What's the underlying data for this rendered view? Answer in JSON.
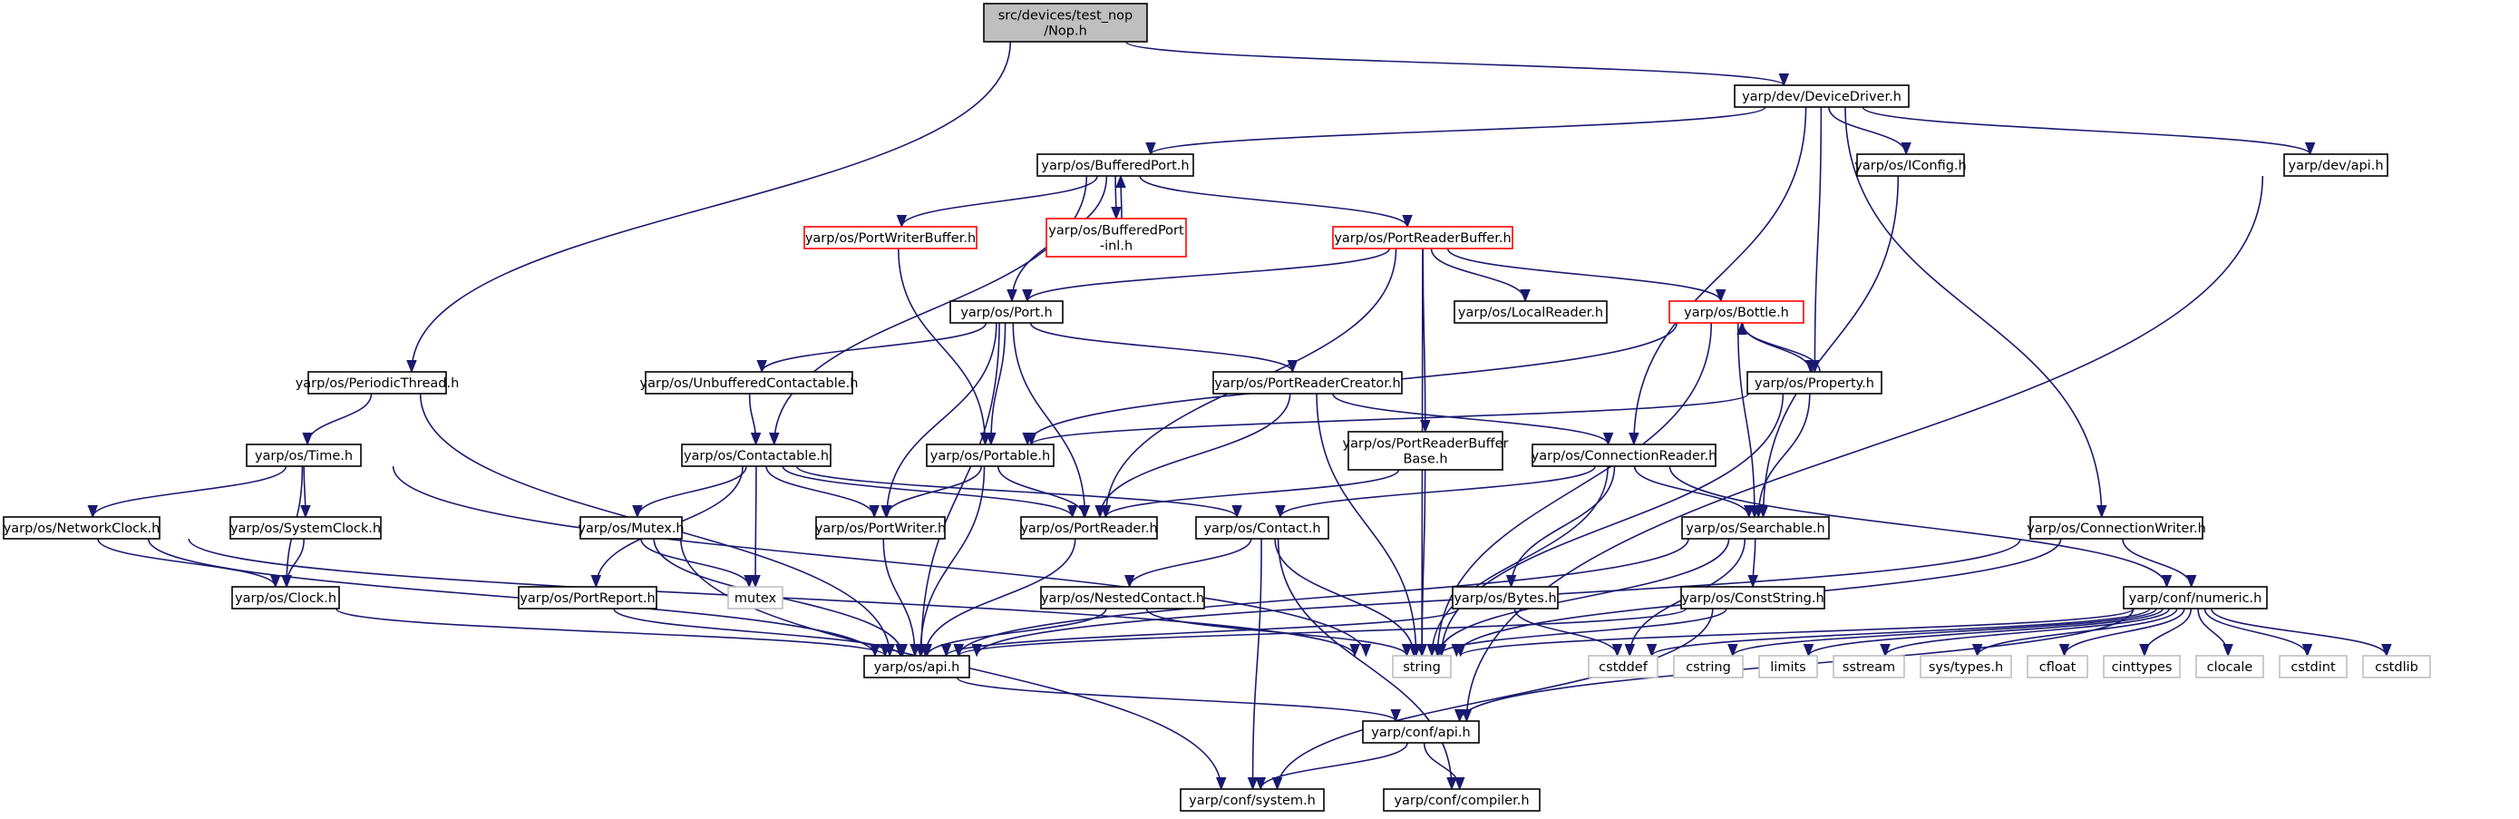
{
  "colors": {
    "edge": "#191970",
    "node_border": "#000000",
    "node_fill": "#ffffff",
    "root_fill": "#bfbfbf",
    "missing_border": "#bfbfbf",
    "truncated_border": "#ff0000"
  },
  "nodes": [
    {
      "id": "nop",
      "lines": [
        "src/devices/test_nop",
        "/Nop.h"
      ],
      "style": "root"
    },
    {
      "id": "devicedriver",
      "lines": [
        "yarp/dev/DeviceDriver.h"
      ],
      "style": "normal"
    },
    {
      "id": "periodicthread",
      "lines": [
        "yarp/os/PeriodicThread.h"
      ],
      "style": "normal"
    },
    {
      "id": "bufferedport",
      "lines": [
        "yarp/os/BufferedPort.h"
      ],
      "style": "normal"
    },
    {
      "id": "iconfig",
      "lines": [
        "yarp/os/IConfig.h"
      ],
      "style": "normal"
    },
    {
      "id": "devapi",
      "lines": [
        "yarp/dev/api.h"
      ],
      "style": "normal"
    },
    {
      "id": "portwriterbuffer",
      "lines": [
        "yarp/os/PortWriterBuffer.h"
      ],
      "style": "truncated"
    },
    {
      "id": "bufferedportinl",
      "lines": [
        "yarp/os/BufferedPort",
        "-inl.h"
      ],
      "style": "truncated"
    },
    {
      "id": "portreaderbuffer",
      "lines": [
        "yarp/os/PortReaderBuffer.h"
      ],
      "style": "truncated"
    },
    {
      "id": "port",
      "lines": [
        "yarp/os/Port.h"
      ],
      "style": "normal"
    },
    {
      "id": "localreader",
      "lines": [
        "yarp/os/LocalReader.h"
      ],
      "style": "normal"
    },
    {
      "id": "bottle",
      "lines": [
        "yarp/os/Bottle.h"
      ],
      "style": "truncated"
    },
    {
      "id": "time",
      "lines": [
        "yarp/os/Time.h"
      ],
      "style": "normal"
    },
    {
      "id": "unbufferedcontactable",
      "lines": [
        "yarp/os/UnbufferedContactable.h"
      ],
      "style": "normal"
    },
    {
      "id": "portreadercreator",
      "lines": [
        "yarp/os/PortReaderCreator.h"
      ],
      "style": "normal"
    },
    {
      "id": "property",
      "lines": [
        "yarp/os/Property.h"
      ],
      "style": "normal"
    },
    {
      "id": "portreaderbufferbase",
      "lines": [
        "yarp/os/PortReaderBuffer",
        "Base.h"
      ],
      "style": "normal"
    },
    {
      "id": "contactable",
      "lines": [
        "yarp/os/Contactable.h"
      ],
      "style": "normal"
    },
    {
      "id": "portable",
      "lines": [
        "yarp/os/Portable.h"
      ],
      "style": "normal"
    },
    {
      "id": "connectionreader",
      "lines": [
        "yarp/os/ConnectionReader.h"
      ],
      "style": "normal"
    },
    {
      "id": "networkclock",
      "lines": [
        "yarp/os/NetworkClock.h"
      ],
      "style": "normal"
    },
    {
      "id": "systemclock",
      "lines": [
        "yarp/os/SystemClock.h"
      ],
      "style": "normal"
    },
    {
      "id": "mutexh",
      "lines": [
        "yarp/os/Mutex.h"
      ],
      "style": "normal"
    },
    {
      "id": "portwriter",
      "lines": [
        "yarp/os/PortWriter.h"
      ],
      "style": "normal"
    },
    {
      "id": "portreader",
      "lines": [
        "yarp/os/PortReader.h"
      ],
      "style": "normal"
    },
    {
      "id": "contact",
      "lines": [
        "yarp/os/Contact.h"
      ],
      "style": "normal"
    },
    {
      "id": "searchable",
      "lines": [
        "yarp/os/Searchable.h"
      ],
      "style": "normal"
    },
    {
      "id": "connectionwriter",
      "lines": [
        "yarp/os/ConnectionWriter.h"
      ],
      "style": "normal"
    },
    {
      "id": "clock",
      "lines": [
        "yarp/os/Clock.h"
      ],
      "style": "normal"
    },
    {
      "id": "portreport",
      "lines": [
        "yarp/os/PortReport.h"
      ],
      "style": "normal"
    },
    {
      "id": "mutex",
      "lines": [
        "mutex"
      ],
      "style": "missing"
    },
    {
      "id": "nestedcontact",
      "lines": [
        "yarp/os/NestedContact.h"
      ],
      "style": "normal"
    },
    {
      "id": "bytes",
      "lines": [
        "yarp/os/Bytes.h"
      ],
      "style": "normal"
    },
    {
      "id": "conststring",
      "lines": [
        "yarp/os/ConstString.h"
      ],
      "style": "normal"
    },
    {
      "id": "numeric",
      "lines": [
        "yarp/conf/numeric.h"
      ],
      "style": "normal"
    },
    {
      "id": "osapi",
      "lines": [
        "yarp/os/api.h"
      ],
      "style": "normal"
    },
    {
      "id": "string",
      "lines": [
        "string"
      ],
      "style": "missing"
    },
    {
      "id": "cstddef",
      "lines": [
        "cstddef"
      ],
      "style": "missing"
    },
    {
      "id": "cstring",
      "lines": [
        "cstring"
      ],
      "style": "missing"
    },
    {
      "id": "limits",
      "lines": [
        "limits"
      ],
      "style": "missing"
    },
    {
      "id": "sstream",
      "lines": [
        "sstream"
      ],
      "style": "missing"
    },
    {
      "id": "systypes",
      "lines": [
        "sys/types.h"
      ],
      "style": "missing"
    },
    {
      "id": "cfloat",
      "lines": [
        "cfloat"
      ],
      "style": "missing"
    },
    {
      "id": "cinttypes",
      "lines": [
        "cinttypes"
      ],
      "style": "missing"
    },
    {
      "id": "clocale",
      "lines": [
        "clocale"
      ],
      "style": "missing"
    },
    {
      "id": "cstdint",
      "lines": [
        "cstdint"
      ],
      "style": "missing"
    },
    {
      "id": "cstdlib",
      "lines": [
        "cstdlib"
      ],
      "style": "missing"
    },
    {
      "id": "confapi",
      "lines": [
        "yarp/conf/api.h"
      ],
      "style": "normal"
    },
    {
      "id": "confsystem",
      "lines": [
        "yarp/conf/system.h"
      ],
      "style": "normal"
    },
    {
      "id": "confcompiler",
      "lines": [
        "yarp/conf/compiler.h"
      ],
      "style": "normal"
    }
  ],
  "edges": [
    [
      "nop",
      "devicedriver"
    ],
    [
      "nop",
      "periodicthread"
    ],
    [
      "devicedriver",
      "bufferedport"
    ],
    [
      "devicedriver",
      "iconfig"
    ],
    [
      "devicedriver",
      "devapi"
    ],
    [
      "devicedriver",
      "property"
    ],
    [
      "devicedriver",
      "connectionreader"
    ],
    [
      "devicedriver",
      "connectionwriter"
    ],
    [
      "bufferedport",
      "portwriterbuffer"
    ],
    [
      "bufferedport",
      "bufferedportinl"
    ],
    [
      "bufferedportinl",
      "bufferedport"
    ],
    [
      "bufferedport",
      "portreaderbuffer"
    ],
    [
      "bufferedport",
      "port"
    ],
    [
      "bufferedport",
      "contactable"
    ],
    [
      "portwriterbuffer",
      "portable"
    ],
    [
      "portreaderbuffer",
      "port"
    ],
    [
      "portreaderbuffer",
      "localreader"
    ],
    [
      "portreaderbuffer",
      "bottle"
    ],
    [
      "portreaderbuffer",
      "portreaderbufferbase"
    ],
    [
      "portreaderbuffer",
      "portreader"
    ],
    [
      "portreaderbuffer",
      "string"
    ],
    [
      "port",
      "unbufferedcontactable"
    ],
    [
      "port",
      "portreadercreator"
    ],
    [
      "port",
      "portable"
    ],
    [
      "port",
      "portwriter"
    ],
    [
      "port",
      "portreader"
    ],
    [
      "port",
      "osapi"
    ],
    [
      "bottle",
      "property"
    ],
    [
      "property",
      "bottle"
    ],
    [
      "bottle",
      "portable"
    ],
    [
      "bottle",
      "searchable"
    ],
    [
      "bottle",
      "string"
    ],
    [
      "property",
      "portable"
    ],
    [
      "property",
      "searchable"
    ],
    [
      "property",
      "string"
    ],
    [
      "iconfig",
      "searchable"
    ],
    [
      "devapi",
      "confapi"
    ],
    [
      "periodicthread",
      "time"
    ],
    [
      "periodicthread",
      "osapi"
    ],
    [
      "time",
      "networkclock"
    ],
    [
      "time",
      "systemclock"
    ],
    [
      "time",
      "clock"
    ],
    [
      "time",
      "string"
    ],
    [
      "unbufferedcontactable",
      "contactable"
    ],
    [
      "portreadercreator",
      "portreader"
    ],
    [
      "portreadercreator",
      "connectionreader"
    ],
    [
      "portreadercreator",
      "string"
    ],
    [
      "portreaderbufferbase",
      "portreader"
    ],
    [
      "portreaderbufferbase",
      "string"
    ],
    [
      "contactable",
      "mutexh"
    ],
    [
      "contactable",
      "portwriter"
    ],
    [
      "contactable",
      "portreader"
    ],
    [
      "contactable",
      "contact"
    ],
    [
      "contactable",
      "portreport"
    ],
    [
      "contactable",
      "mutex"
    ],
    [
      "portable",
      "portwriter"
    ],
    [
      "portable",
      "portreader"
    ],
    [
      "portable",
      "osapi"
    ],
    [
      "connectionreader",
      "contact"
    ],
    [
      "connectionreader",
      "searchable"
    ],
    [
      "connectionreader",
      "bytes"
    ],
    [
      "connectionreader",
      "string"
    ],
    [
      "connectionreader",
      "numeric"
    ],
    [
      "networkclock",
      "clock"
    ],
    [
      "networkclock",
      "osapi"
    ],
    [
      "networkclock",
      "string"
    ],
    [
      "systemclock",
      "clock"
    ],
    [
      "clock",
      "osapi"
    ],
    [
      "mutexh",
      "mutex"
    ],
    [
      "mutexh",
      "osapi"
    ],
    [
      "mutexh",
      "confsystem"
    ],
    [
      "portwriter",
      "osapi"
    ],
    [
      "portreader",
      "osapi"
    ],
    [
      "contact",
      "nestedcontact"
    ],
    [
      "contact",
      "string"
    ],
    [
      "contact",
      "confsystem"
    ],
    [
      "contact",
      "confcompiler"
    ],
    [
      "searchable",
      "conststring"
    ],
    [
      "searchable",
      "osapi"
    ],
    [
      "searchable",
      "string"
    ],
    [
      "searchable",
      "cstddef"
    ],
    [
      "connectionwriter",
      "numeric"
    ],
    [
      "connectionwriter",
      "osapi"
    ],
    [
      "connectionwriter",
      "string"
    ],
    [
      "portreport",
      "osapi"
    ],
    [
      "nestedcontact",
      "osapi"
    ],
    [
      "nestedcontact",
      "string"
    ],
    [
      "bytes",
      "osapi"
    ],
    [
      "bytes",
      "cstddef"
    ],
    [
      "conststring",
      "osapi"
    ],
    [
      "conststring",
      "string"
    ],
    [
      "conststring",
      "confsystem"
    ],
    [
      "numeric",
      "string"
    ],
    [
      "numeric",
      "cstddef"
    ],
    [
      "numeric",
      "cstring"
    ],
    [
      "numeric",
      "limits"
    ],
    [
      "numeric",
      "sstream"
    ],
    [
      "numeric",
      "systypes"
    ],
    [
      "numeric",
      "cfloat"
    ],
    [
      "numeric",
      "cinttypes"
    ],
    [
      "numeric",
      "clocale"
    ],
    [
      "numeric",
      "cstdint"
    ],
    [
      "numeric",
      "cstdlib"
    ],
    [
      "numeric",
      "confapi"
    ],
    [
      "osapi",
      "confapi"
    ],
    [
      "confapi",
      "confsystem"
    ],
    [
      "confapi",
      "confcompiler"
    ]
  ]
}
